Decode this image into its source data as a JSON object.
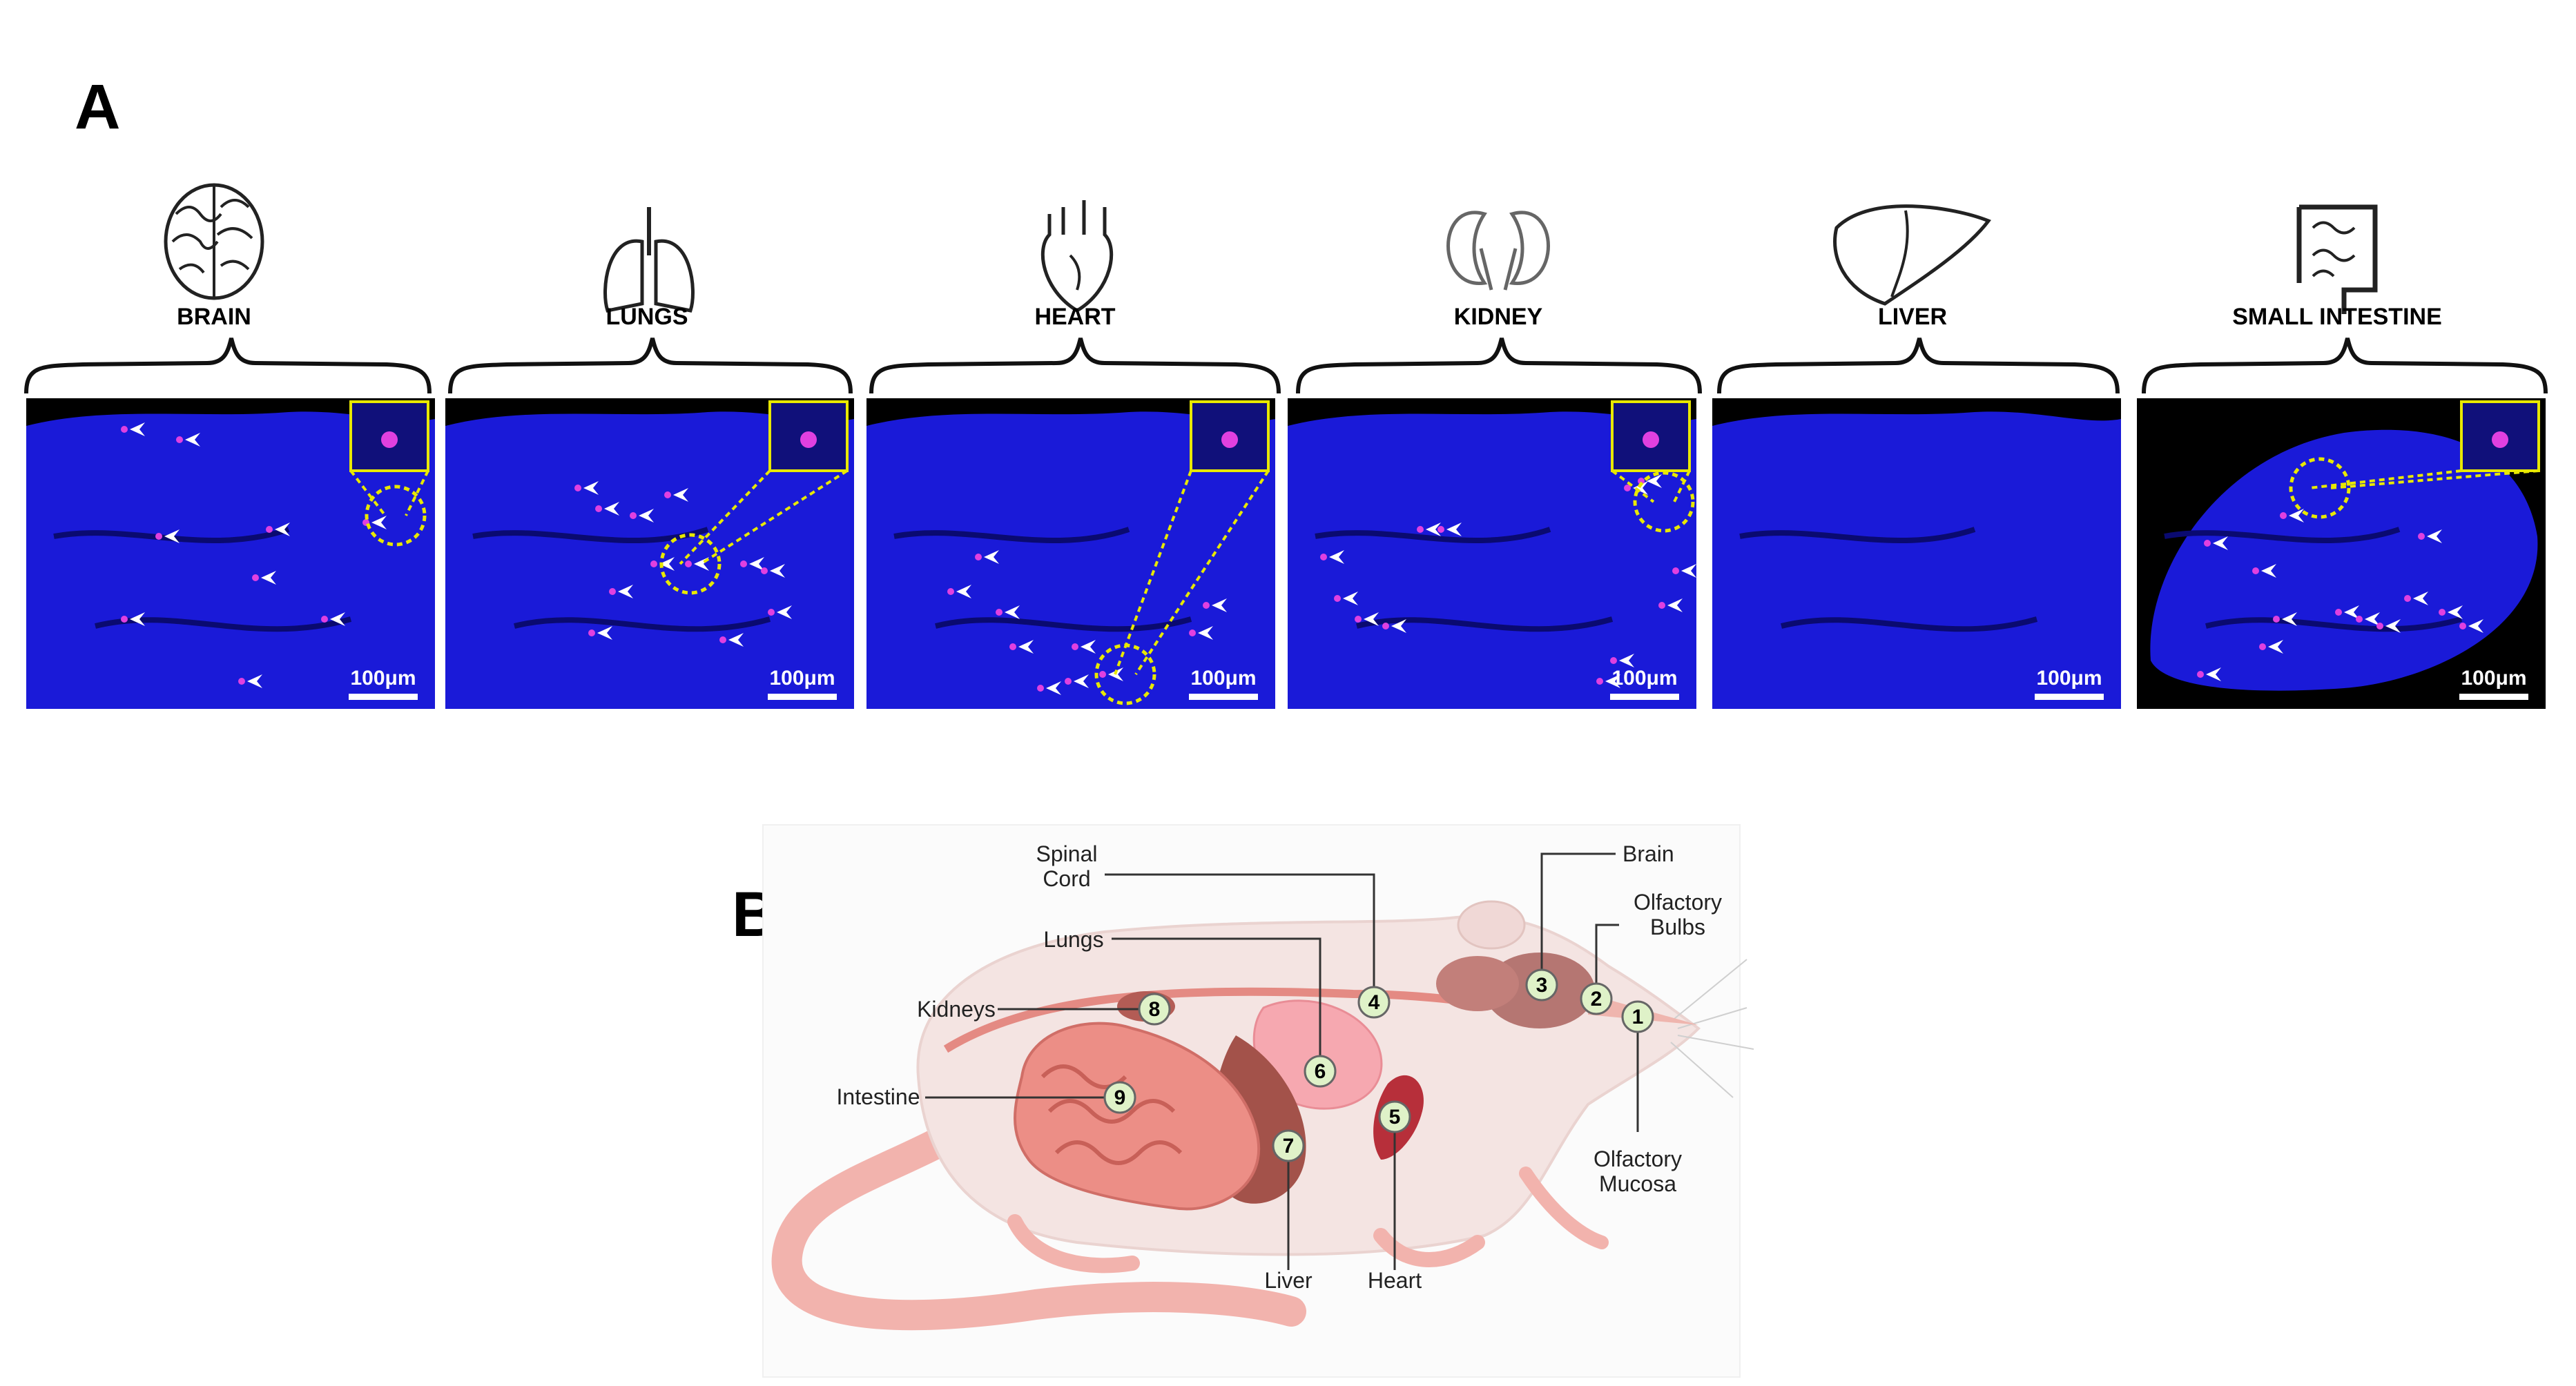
{
  "panel_a": {
    "letter": "A",
    "scale_bar_label": "100μm",
    "organs": [
      {
        "label": "BRAIN",
        "icon": "brain-icon"
      },
      {
        "label": "LUNGS",
        "icon": "lungs-icon"
      },
      {
        "label": "HEART",
        "icon": "heart-icon"
      },
      {
        "label": "KIDNEY",
        "icon": "kidney-icon"
      },
      {
        "label": "LIVER",
        "icon": "liver-icon"
      },
      {
        "label": "SMALL INTESTINE",
        "icon": "intestine-icon"
      }
    ],
    "colors": {
      "tissue": "#1a1ad8",
      "signal": "#e040e0",
      "inset_border": "#e8e800",
      "arrow": "#ffffff"
    }
  },
  "panel_b": {
    "letter": "B",
    "callouts": [
      {
        "num": "1",
        "label": "Olfactory Mucosa"
      },
      {
        "num": "2",
        "label": "Olfactory Bulbs"
      },
      {
        "num": "3",
        "label": "Brain"
      },
      {
        "num": "4",
        "label": "Spinal Cord"
      },
      {
        "num": "5",
        "label": "Heart"
      },
      {
        "num": "6",
        "label": "Lungs"
      },
      {
        "num": "7",
        "label": "Liver"
      },
      {
        "num": "8",
        "label": "Kidneys"
      },
      {
        "num": "9",
        "label": "Intestine"
      }
    ],
    "colors": {
      "body": "#f4e4e2",
      "tail": "#f2b3ad",
      "organ": "#e9847a",
      "marker": "#dff2c8"
    }
  }
}
